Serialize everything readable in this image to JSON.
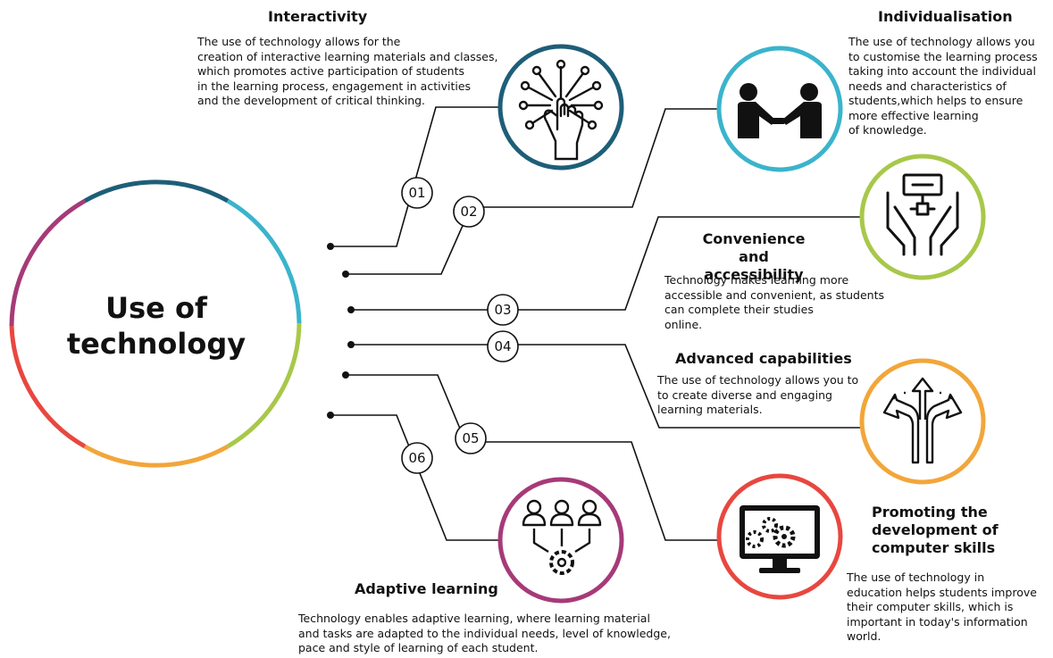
{
  "center": {
    "title": "Use of\ntechnology"
  },
  "items": [
    {
      "number": "01",
      "title": "Interactivity",
      "color": "#1e5e78",
      "icon": "touch-network-icon",
      "description": "The use of technology allows for the\ncreation of interactive learning materials and classes,\nwhich promotes active participation of students\nin the learning process, engagement in activities\nand the development of critical thinking."
    },
    {
      "number": "02",
      "title": "Individualisation",
      "color": "#3ab4cc",
      "icon": "handshake-icon",
      "description": "The use of technology allows you\nto customise the learning process\ntaking into account the individual\nneeds and characteristics of\nstudents,which helps to ensure\nmore effective learning\nof knowledge."
    },
    {
      "number": "03",
      "title": "Convenience and\naccessibility",
      "color": "#a8c84a",
      "icon": "hands-holding-network-icon",
      "description": "Technology makes learning more\naccessible and convenient, as students\ncan complete their studies\nonline."
    },
    {
      "number": "04",
      "title": "Advanced capabilities",
      "color": "#f2a63a",
      "icon": "branching-arrows-icon",
      "description": "The use of technology allows you to\nto create diverse and engaging\nlearning materials."
    },
    {
      "number": "05",
      "title": "Promoting the\ndevelopment of\ncomputer skills",
      "color": "#e8473f",
      "icon": "monitor-gears-icon",
      "description": "The use of technology in\neducation helps students improve\ntheir computer skills, which is\nimportant in today's information\nworld."
    },
    {
      "number": "06",
      "title": "Adaptive learning",
      "color": "#a63a78",
      "icon": "users-gear-icon",
      "description": "Technology enables adaptive learning, where learning material\nand tasks are adapted to the individual needs, level of knowledge,\npace and style of learning of each student."
    }
  ]
}
